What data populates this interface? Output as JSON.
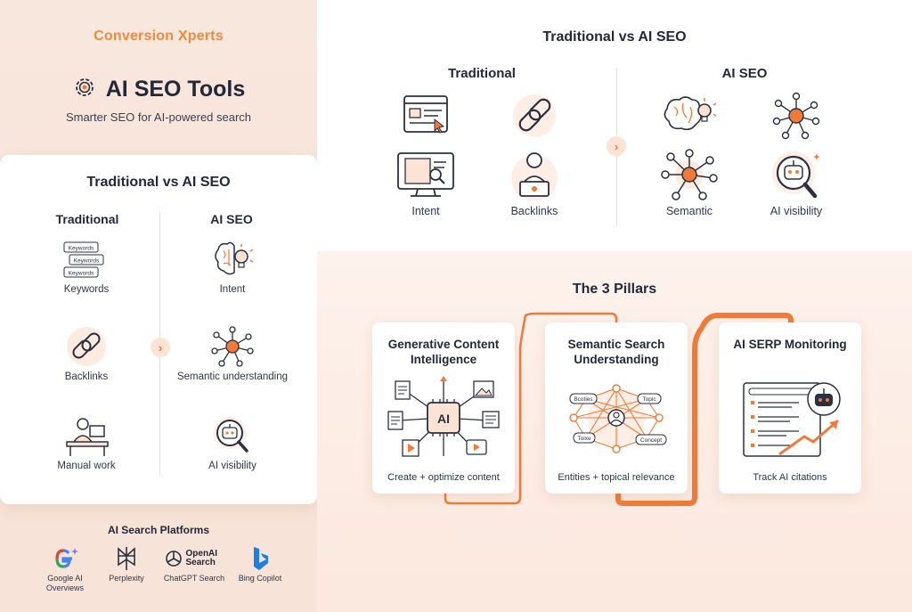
{
  "brand": "Conversion Xperts",
  "title": "AI SEO Tools",
  "subtitle": "Smarter SEO for AI-powered search",
  "left_compare": {
    "title": "Traditional vs AI SEO",
    "traditional_head": "Traditional",
    "ai_head": "AI SEO",
    "traditional_items": [
      "Keywords",
      "Backlinks",
      "Manual work"
    ],
    "ai_items": [
      "Intent",
      "Semantic understanding",
      "AI visibility"
    ],
    "keyword_tags": [
      "Keywords",
      "Keywords",
      "Keywords"
    ]
  },
  "platforms": {
    "title": "AI Search Platforms",
    "items": [
      "Google AI Overviews",
      "Perplexity",
      "ChatGPT Search",
      "Bing Copilot"
    ],
    "openai_logo_text": "OpenAI Search"
  },
  "top_compare": {
    "title": "Traditional vs AI SEO",
    "traditional_head": "Traditional",
    "ai_head": "AI SEO",
    "traditional_items": [
      "Intent",
      "Backlinks"
    ],
    "ai_items": [
      "Semantic",
      "AI visibility"
    ]
  },
  "pillars": {
    "title": "The 3 Pillars",
    "items": [
      {
        "heading": "Generative Content Intelligence",
        "footer": "Create + optimize content",
        "chip": "AI"
      },
      {
        "heading": "Semantic Search Understanding",
        "footer": "Entities + topical relevance",
        "nodes": [
          "Bcoties",
          "Topic",
          "Toixe",
          "Concept"
        ]
      },
      {
        "heading": "AI SERP Monitoring",
        "footer": "Track AI citations"
      }
    ]
  },
  "colors": {
    "accent": "#f07a3a",
    "accent_light": "#fde3d3",
    "ink": "#23283a"
  }
}
